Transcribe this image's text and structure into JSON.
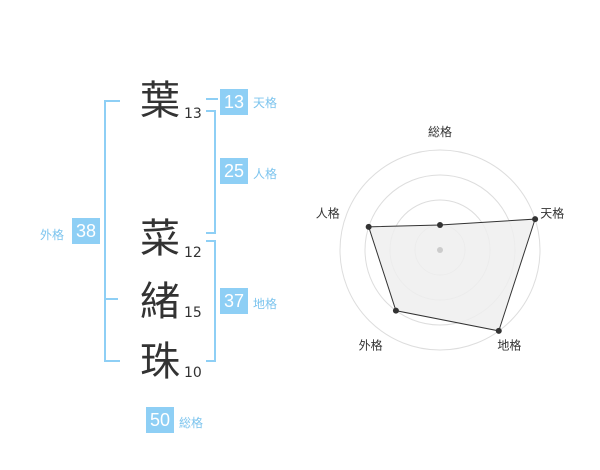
{
  "name_chars": [
    {
      "char": "葉",
      "strokes": "13"
    },
    {
      "char": "菜",
      "strokes": "12"
    },
    {
      "char": "緒",
      "strokes": "15"
    },
    {
      "char": "珠",
      "strokes": "10"
    }
  ],
  "kaku": {
    "tenkaku": {
      "value": "13",
      "label": "天格"
    },
    "jinkaku": {
      "value": "25",
      "label": "人格"
    },
    "chikaku": {
      "value": "37",
      "label": "地格"
    },
    "gaikaku": {
      "value": "38",
      "label": "外格"
    },
    "soukaku": {
      "value": "50",
      "label": "総格"
    }
  },
  "chart_data": {
    "type": "radar",
    "axes": [
      "総格",
      "天格",
      "地格",
      "外格",
      "人格"
    ],
    "values": [
      0.25,
      1.0,
      1.0,
      0.75,
      0.75
    ],
    "max": 1.0,
    "rings": 4,
    "fill_color": "#eeeeee",
    "line_color": "#333333",
    "grid_color": "#dddddd"
  }
}
